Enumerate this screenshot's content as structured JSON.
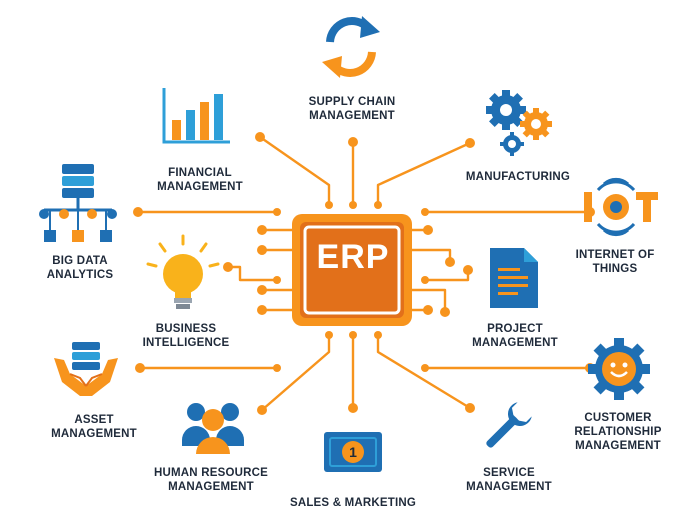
{
  "center": {
    "label": "ERP"
  },
  "modules": {
    "supply_chain": {
      "label": "SUPPLY CHAIN\nMANAGEMENT",
      "icon": "refresh-cycle-icon"
    },
    "financial": {
      "label": "FINANCIAL\nMANAGEMENT",
      "icon": "bar-chart-icon"
    },
    "manufacturing": {
      "label": "MANUFACTURING",
      "icon": "gears-icon"
    },
    "big_data": {
      "label": "BIG DATA\nANALYTICS",
      "icon": "database-network-icon"
    },
    "iot": {
      "label": "INTERNET OF\nTHINGS",
      "icon": "iot-signal-icon"
    },
    "business_intelligence": {
      "label": "BUSINESS\nINTELLIGENCE",
      "icon": "lightbulb-icon"
    },
    "project": {
      "label": "PROJECT\nMANAGEMENT",
      "icon": "document-icon"
    },
    "asset": {
      "label": "ASSET\nMANAGEMENT",
      "icon": "hands-holding-coins-icon"
    },
    "crm": {
      "label": "CUSTOMER\nRELATIONSHIP\nMANAGEMENT",
      "icon": "smiley-gear-icon"
    },
    "hr": {
      "label": "HUMAN RESOURCE\nMANAGEMENT",
      "icon": "people-group-icon"
    },
    "service": {
      "label": "SERVICE\nMANAGEMENT",
      "icon": "wrench-icon"
    },
    "sales": {
      "label": "SALES & MARKETING",
      "icon": "banknote-icon",
      "badge": "1"
    }
  },
  "colors": {
    "orange": "#f7941d",
    "dark_orange": "#e2701a",
    "blue": "#1f6fb3",
    "light_blue": "#2e9fd8",
    "navy": "#1f2a3a",
    "yellow": "#f9b21b"
  }
}
